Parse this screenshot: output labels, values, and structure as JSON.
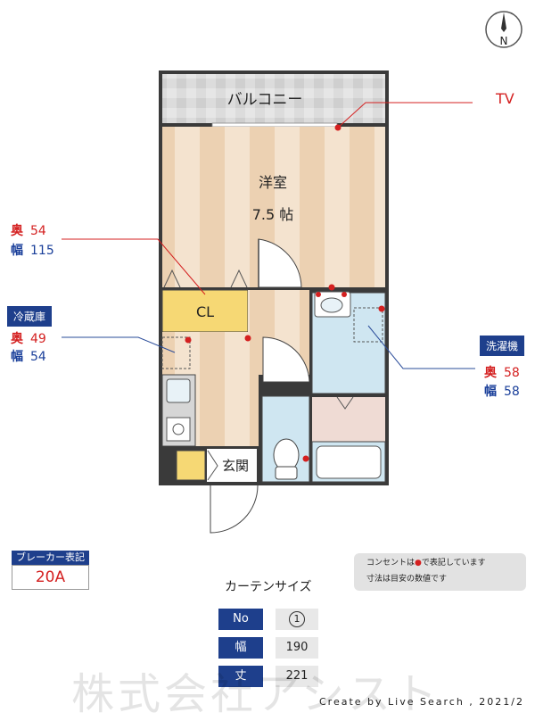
{
  "compass": {
    "letter": "N"
  },
  "rooms": {
    "balcony": "バルコニー",
    "western_room": "洋室",
    "western_room_size": "7.5 帖",
    "closet": "CL",
    "entrance": "玄関",
    "window_no": "1"
  },
  "tv_label": "TV",
  "depth_key": "奥",
  "width_key": "幅",
  "closet_dims": {
    "depth": "54",
    "width": "115"
  },
  "fridge": {
    "label": "冷蔵庫",
    "depth": "49",
    "width": "54"
  },
  "washer": {
    "label": "洗濯機",
    "depth": "58",
    "width": "58"
  },
  "breaker": {
    "label": "ブレーカー表記",
    "value": "20A"
  },
  "note": {
    "line1_a": "コンセントは",
    "line1_b": "で表記しています",
    "line2": "寸法は目安の数値です"
  },
  "curtain": {
    "title": "カーテンサイズ",
    "rows": [
      {
        "key": "No",
        "value": "1"
      },
      {
        "key": "幅",
        "value": "190"
      },
      {
        "key": "丈",
        "value": "221"
      }
    ]
  },
  "watermark": "株式会社アシスト",
  "credit": "Create by Live Search , 2021/2",
  "colors": {
    "navy": "#1e3f8c",
    "red": "#d42020",
    "wall": "#3a3a3a",
    "floor_light": "#f4e3cf",
    "floor_stripe": "#ecd3b6",
    "closet": "#f6d874",
    "bath": "#cfe6f1"
  }
}
